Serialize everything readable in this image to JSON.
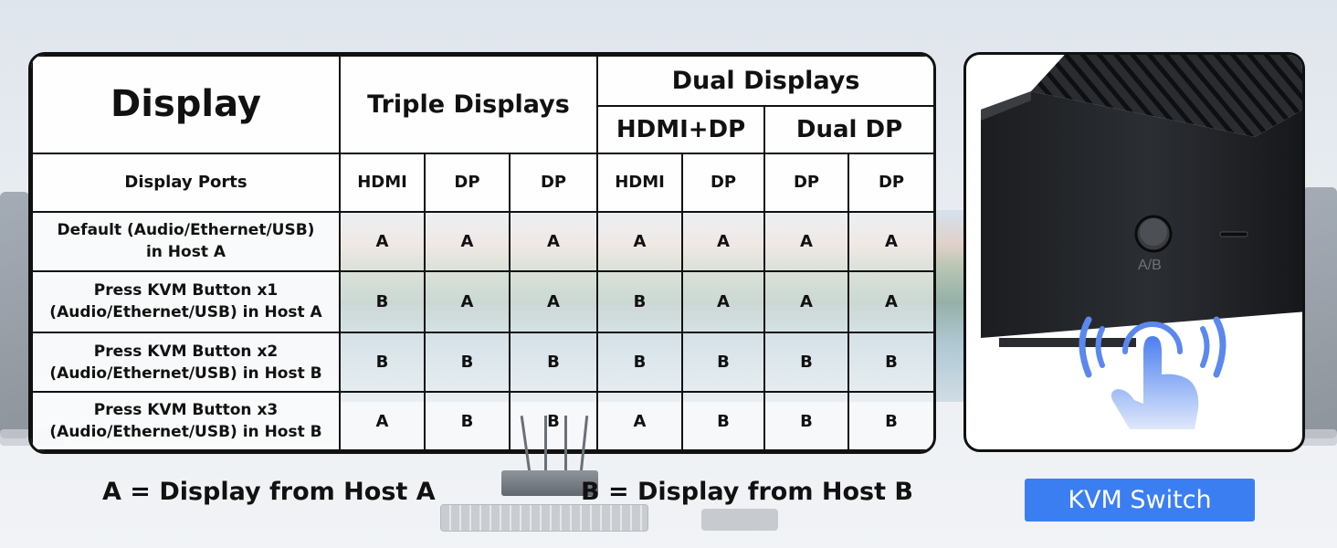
{
  "table": {
    "display_title": "Display",
    "triple_title": "Triple Displays",
    "dual_title": "Dual Displays",
    "dual_sub1": "HDMI+DP",
    "dual_sub2": "Dual DP",
    "ports_label": "Display Ports",
    "ports": [
      "HDMI",
      "DP",
      "DP",
      "HDMI",
      "DP",
      "DP",
      "DP"
    ],
    "rows": [
      {
        "line1": "Default (Audio/Ethernet/USB)",
        "line2": "in Host A",
        "values": [
          "A",
          "A",
          "A",
          "A",
          "A",
          "A",
          "A"
        ]
      },
      {
        "line1": "Press KVM Button x1",
        "line2": "(Audio/Ethernet/USB) in Host A",
        "values": [
          "B",
          "A",
          "A",
          "B",
          "A",
          "A",
          "A"
        ]
      },
      {
        "line1": "Press KVM Button x2",
        "line2": "(Audio/Ethernet/USB) in Host B",
        "values": [
          "B",
          "B",
          "B",
          "B",
          "B",
          "B",
          "B"
        ]
      },
      {
        "line1": "Press KVM Button x3",
        "line2": "(Audio/Ethernet/USB) in Host B",
        "values": [
          "A",
          "B",
          "B",
          "A",
          "B",
          "B",
          "B"
        ]
      }
    ]
  },
  "legend": {
    "a": "A = Display from Host A",
    "b": "B = Display from Host B"
  },
  "product": {
    "button_label": "A/B",
    "caption": "KVM Switch"
  },
  "colors": {
    "accent": "#3b7ef2",
    "border": "#111111"
  }
}
